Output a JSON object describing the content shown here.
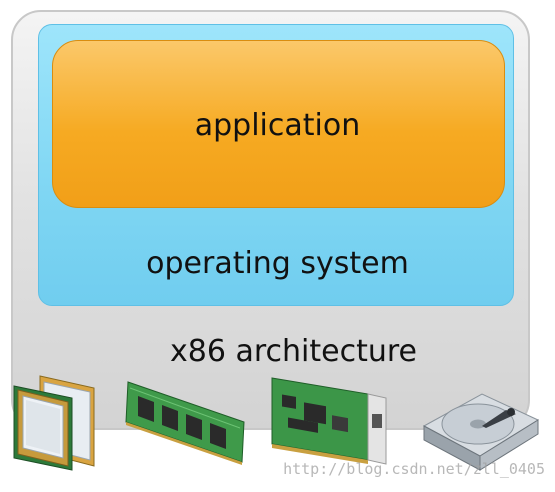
{
  "layers": {
    "application": "application",
    "operating_system": "operating system",
    "hardware": "x86 architecture"
  },
  "hardware_icons": [
    "cpu-icon",
    "ram-module-icon",
    "network-card-icon",
    "hard-disk-icon"
  ],
  "watermark": "http://blog.csdn.net/zll_0405",
  "colors": {
    "application": "#f6aa22",
    "operating_system": "#8cdcf6",
    "hardware": "#dcdcdc"
  }
}
